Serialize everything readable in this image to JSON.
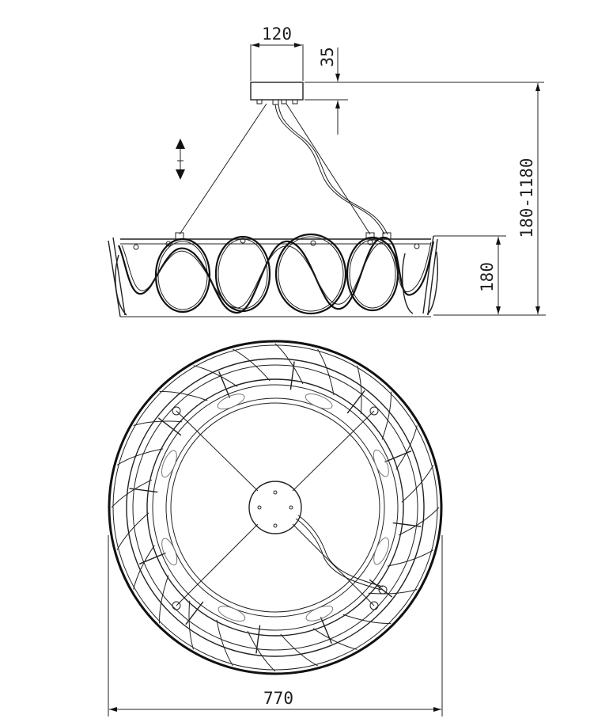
{
  "dimensions": {
    "canopy_width": "120",
    "canopy_height": "35",
    "total_height": "180-1180",
    "body_height": "180",
    "diameter": "770",
    "adjustable_symbol": "↕"
  },
  "views": [
    "side-elevation",
    "top-plan"
  ]
}
